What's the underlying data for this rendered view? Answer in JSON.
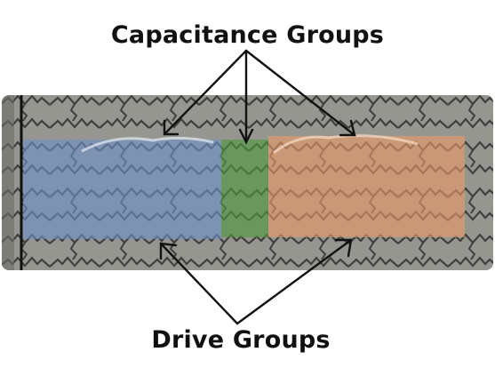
{
  "labels": {
    "capacitance_groups": "Capacitance Groups",
    "drive_groups": "Drive Groups"
  },
  "colors": {
    "strip_background": "#8e8e87",
    "left_group": "#6f8fc6",
    "middle_group": "#4f9a3c",
    "right_group": "#e99a68",
    "pattern_stroke": "#111111",
    "arrow": "#111111"
  },
  "groups": [
    {
      "name": "left",
      "color_key": "left_group"
    },
    {
      "name": "middle",
      "color_key": "middle_group"
    },
    {
      "name": "right",
      "color_key": "right_group"
    }
  ]
}
